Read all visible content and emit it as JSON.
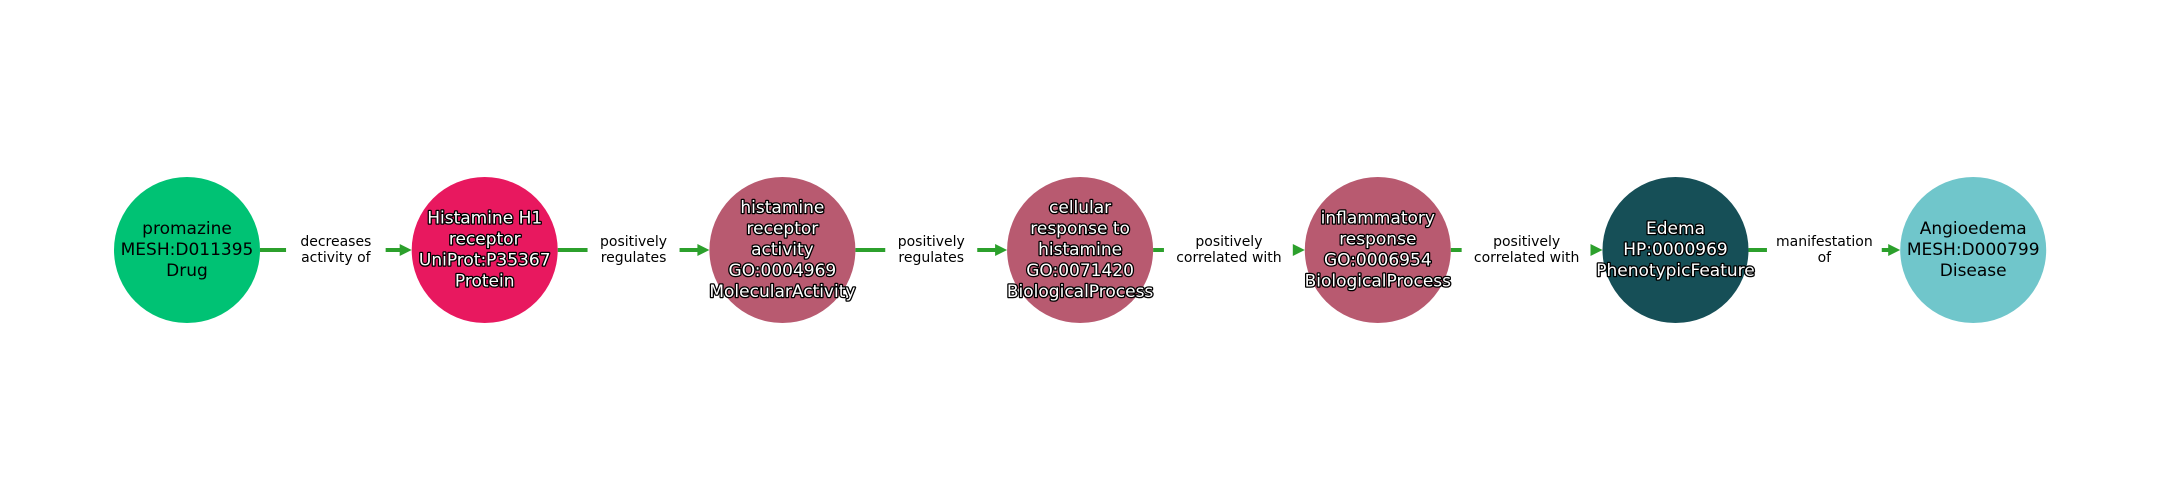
{
  "graph": {
    "edge_color": "#2ca02c",
    "nodes": [
      {
        "lines": [
          "promazine",
          "MESH:D011395",
          "Drug"
        ],
        "color": "#00c274",
        "text_style": "plain"
      },
      {
        "lines": [
          "Histamine H1",
          "receptor",
          "UniProt:P35367",
          "Protein"
        ],
        "color": "#e8185f",
        "text_style": "outline"
      },
      {
        "lines": [
          "histamine",
          "receptor",
          "activity",
          "GO:0004969",
          "MolecularActivity"
        ],
        "color": "#b85a70",
        "text_style": "outline"
      },
      {
        "lines": [
          "cellular",
          "response to",
          "histamine",
          "GO:0071420",
          "BiologicalProcess"
        ],
        "color": "#b85a70",
        "text_style": "outline"
      },
      {
        "lines": [
          "inflammatory",
          "response",
          "GO:0006954",
          "BiologicalProcess"
        ],
        "color": "#b85a70",
        "text_style": "outline"
      },
      {
        "lines": [
          "Edema",
          "HP:0000969",
          "PhenotypicFeature"
        ],
        "color": "#164f57",
        "text_style": "outline"
      },
      {
        "lines": [
          "Angioedema",
          "MESH:D000799",
          "Disease"
        ],
        "color": "#70c6cb",
        "text_style": "plain"
      }
    ],
    "edges": [
      {
        "lines": [
          "decreases",
          "activity of"
        ]
      },
      {
        "lines": [
          "positively",
          "regulates"
        ]
      },
      {
        "lines": [
          "positively",
          "regulates"
        ]
      },
      {
        "lines": [
          "positively",
          "correlated with"
        ]
      },
      {
        "lines": [
          "positively",
          "correlated with"
        ]
      },
      {
        "lines": [
          "manifestation",
          "of"
        ]
      }
    ]
  }
}
